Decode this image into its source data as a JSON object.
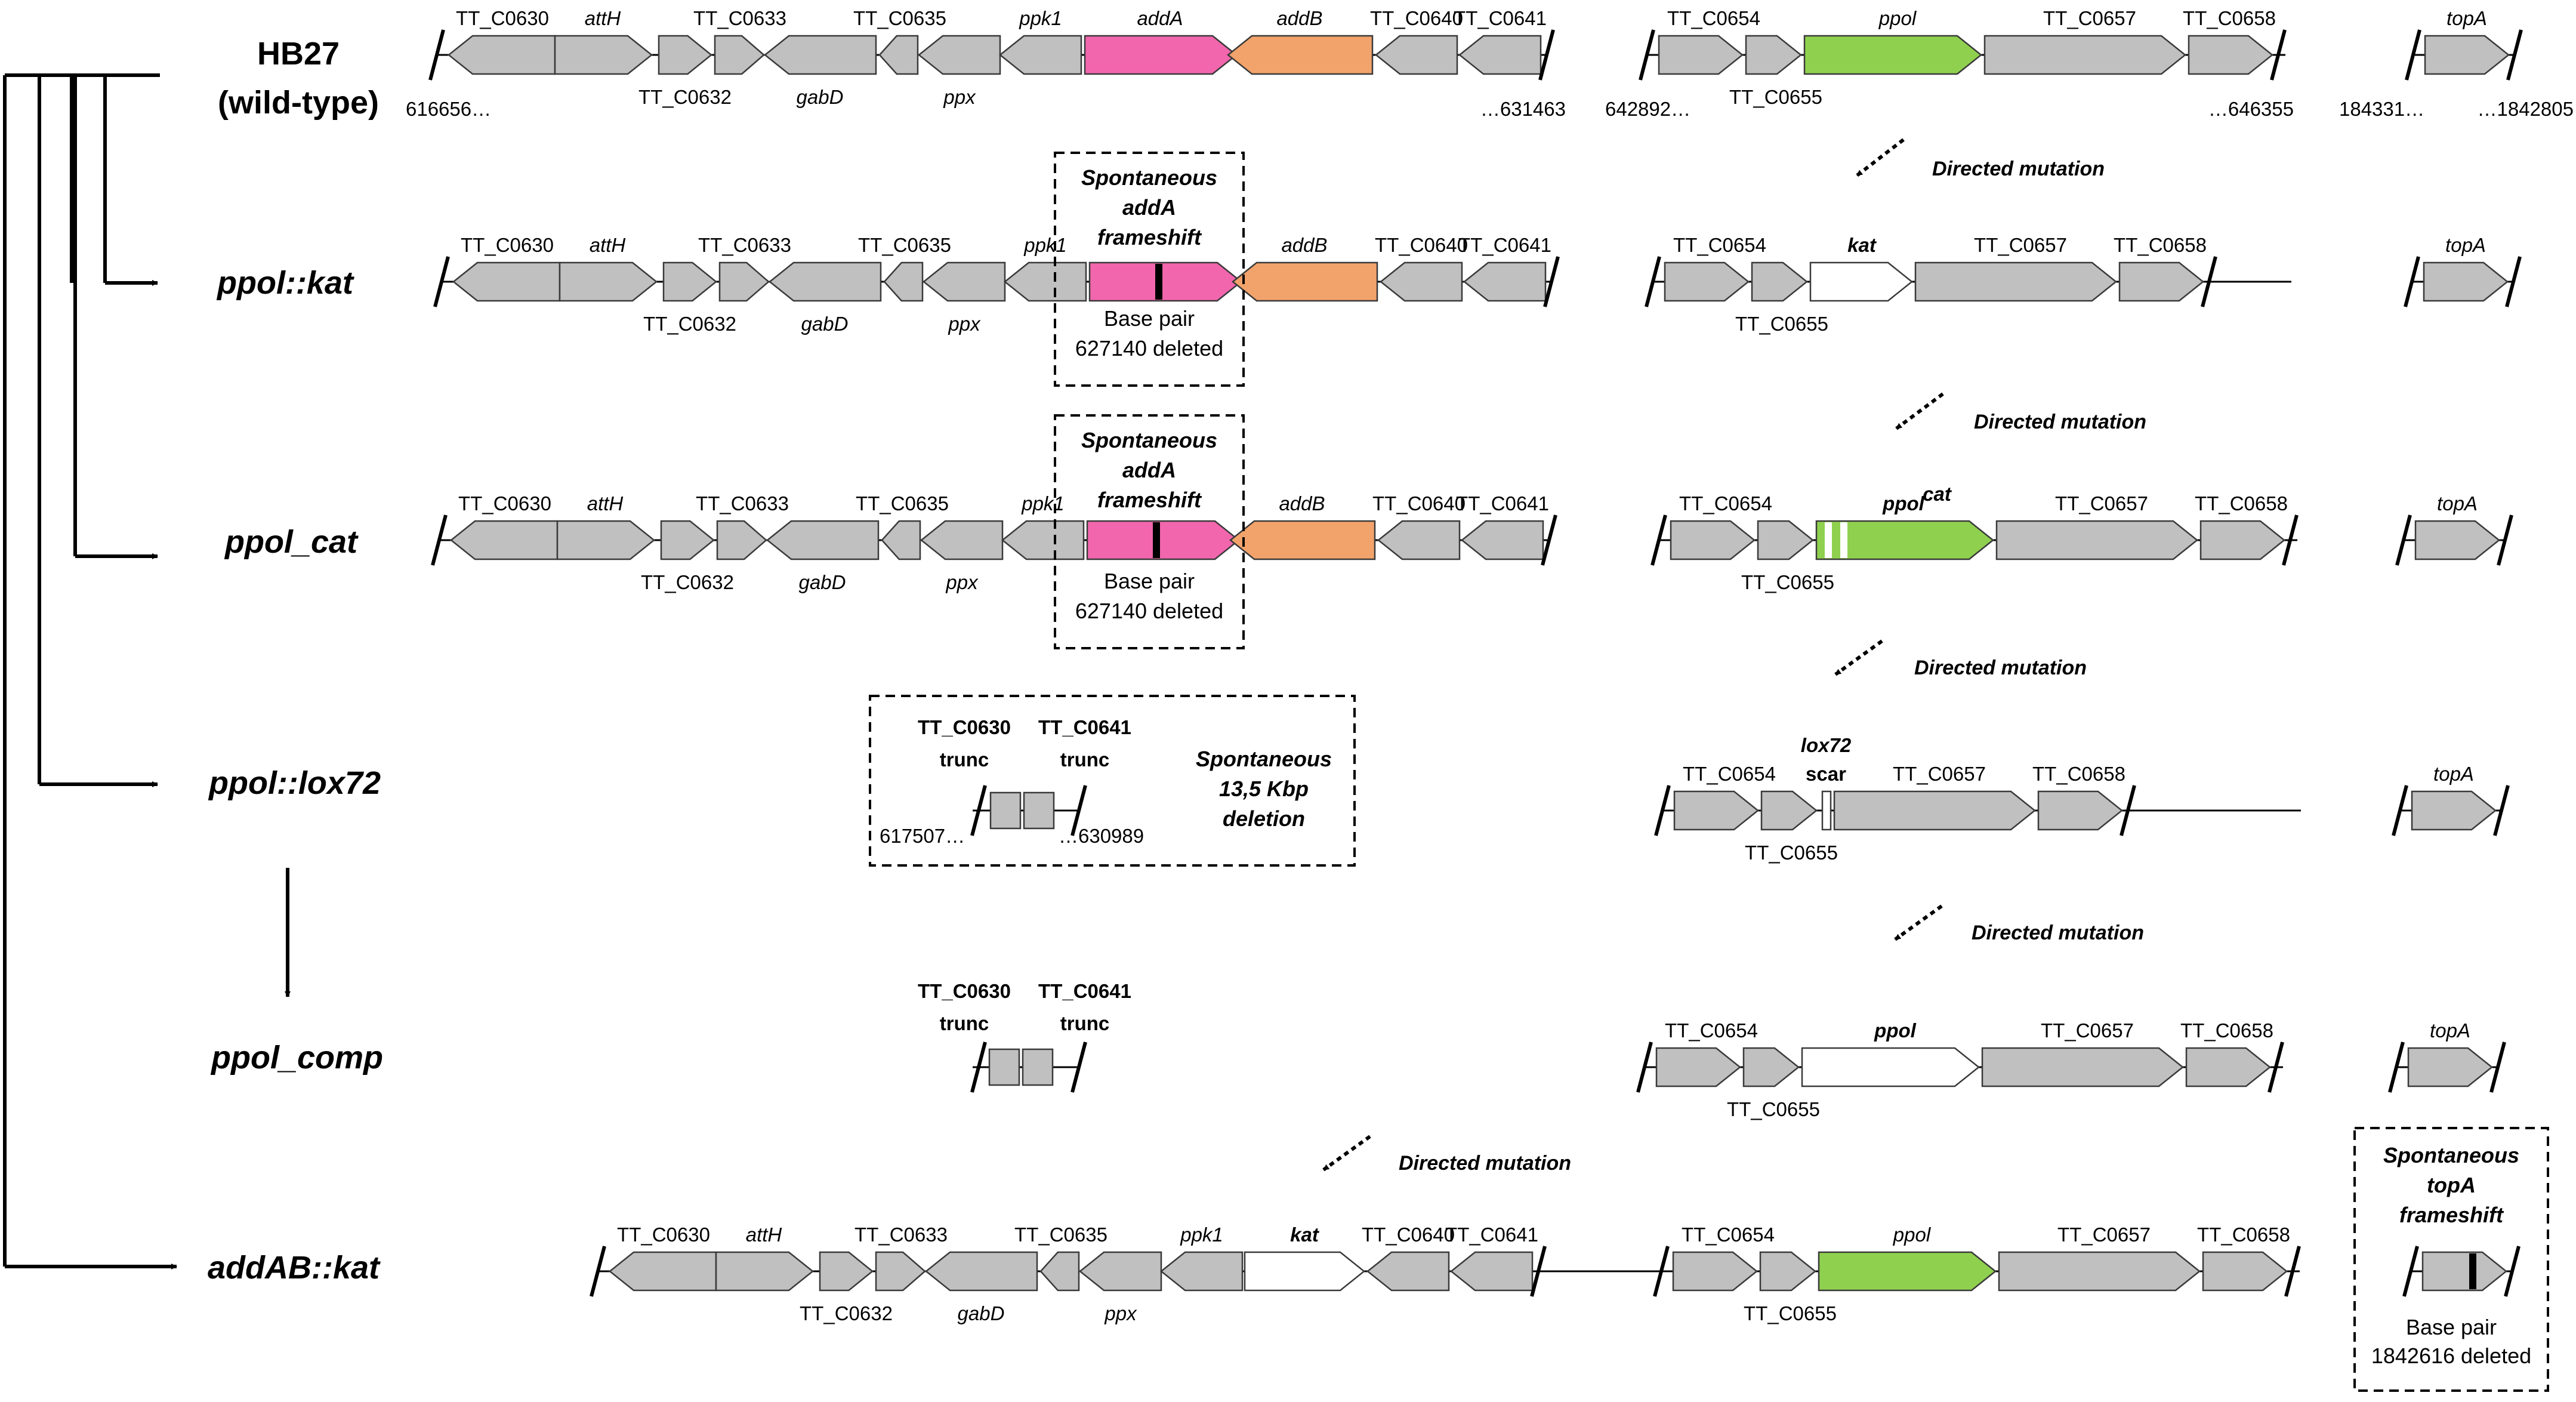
{
  "colors": {
    "grey": "#c0c0c0",
    "pink": "#f266ad",
    "orange": "#f2a36b",
    "green": "#8fd14f",
    "white": "#ffffff"
  },
  "strains": [
    {
      "id": "hb27",
      "label_line1": "HB27",
      "label_line2": "(wild-type)"
    },
    {
      "id": "ppol-kat",
      "label": "ppol::kat"
    },
    {
      "id": "ppol-cat",
      "label": "ppol_cat"
    },
    {
      "id": "ppol-lox72",
      "label": "ppol::lox72"
    },
    {
      "id": "ppol-comp",
      "label": "ppol_comp"
    },
    {
      "id": "addab-kat",
      "label": "addAB::kat"
    }
  ],
  "coords": {
    "r1_left_start": "616656…",
    "r1_left_end": "…631463",
    "r1_mid_start": "642892…",
    "r1_mid_end": "…646355",
    "r1_right_start": "184331…",
    "r1_right_end": "…1842805",
    "lox_start": "617507…",
    "lox_end": "…630989"
  },
  "genes": {
    "TT_C0630": "TT_C0630",
    "attH": "attH",
    "TT_C0632": "TT_C0632",
    "TT_C0633": "TT_C0633",
    "gabD": "gabD",
    "TT_C0635": "TT_C0635",
    "ppx": "ppx",
    "ppk1": "ppk1",
    "addA": "addA",
    "addB": "addB",
    "TT_C0640": "TT_C0640",
    "TT_C0641": "TT_C0641",
    "TT_C0654": "TT_C0654",
    "TT_C0655": "TT_C0655",
    "ppol": "ppol",
    "TT_C0657": "TT_C0657",
    "TT_C0658": "TT_C0658",
    "topA": "topA",
    "kat": "kat",
    "ppol_cat_main": "ppol",
    "ppol_cat_sup": "cat",
    "lox72": "lox72",
    "scar": "scar",
    "trunc": "trunc"
  },
  "notes": {
    "directed_mutation": "Directed mutation"
  },
  "boxes": {
    "frameshift_line1": "Spontaneous",
    "frameshift_line2": "addA",
    "frameshift_line3": "frameshift",
    "frameshift_bp1": "Base pair",
    "frameshift_bp2": "627140 deleted",
    "deletion_line1": "Spontaneous",
    "deletion_line2": "13,5 Kbp",
    "deletion_line3": "deletion",
    "topa_line1": "Spontaneous",
    "topa_line2": "topA",
    "topa_line3": "frameshift",
    "topa_bp1": "Base pair",
    "topa_bp2": "1842616 deleted"
  }
}
